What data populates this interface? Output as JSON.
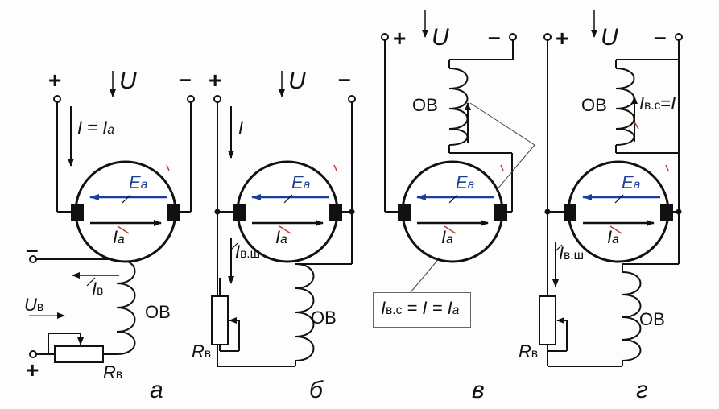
{
  "plus": "+",
  "minus": "–",
  "voltage": "U",
  "emf": "E",
  "armature_current": "I",
  "sub_a": "a",
  "field_winding": "ОВ",
  "current_I": "I",
  "eq": "=",
  "sub_v": "в",
  "sub_vsh": "в.ш",
  "sub_vs": "в.с",
  "resistor": "R",
  "field_voltage": "U",
  "captions": [
    "а",
    "б",
    "в",
    "г"
  ],
  "colors": {
    "emf_arrow": "#1b3f9a",
    "wire": "#111111",
    "tick": "#c0392b"
  }
}
